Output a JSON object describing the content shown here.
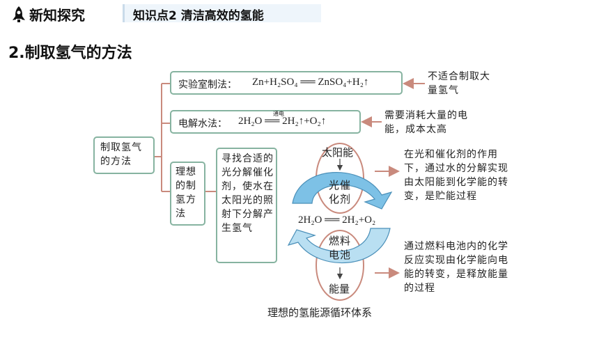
{
  "header": {
    "title": "新知探究",
    "tab": "知识点2  清洁高效的氢能"
  },
  "section_title": "2.制取氢气的方法",
  "root_box": "制取氢气的方法",
  "lab_method": {
    "label": "实验室制法：",
    "equation": "Zn+H₂SO₄ ══ ZnSO₄+H₂↑",
    "note": "不适合制取大量氢气"
  },
  "electrolysis": {
    "label": "电解水法：",
    "condition": "通电",
    "equation": "2H₂O ══ 2H₂↑+O₂↑",
    "note": "需要消耗大量的电能，成本太高"
  },
  "ideal": {
    "label": "理想的制氢方法",
    "description": "寻找合适的光分解催化剂，使水在太阳光的照射下分解产生氢气"
  },
  "cycle": {
    "top_source": "太阳能",
    "catalyst": "光催化剂",
    "equation": "2H₂O ══ 2H₂+O₂",
    "fuel_cell": "燃料电池",
    "output": "能量",
    "caption": "理想的氢能源循环体系",
    "note_top": "在光和催化剂的作用下，通过水的分解实现由太阳能到化学能的转变，是贮能过程",
    "note_bottom": "通过燃料电池内的化学反应实现由化学能向电能的转变，是释放能量的过程"
  }
}
